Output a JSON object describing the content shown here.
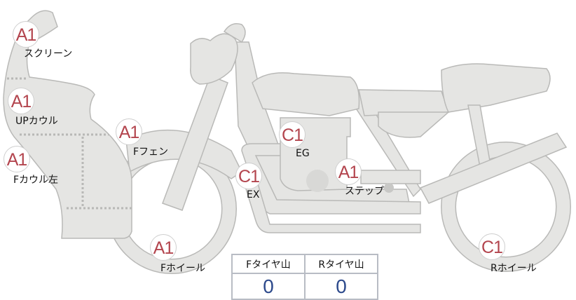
{
  "parts": [
    {
      "id": "screen",
      "grade": "A1",
      "label": "スクリーン"
    },
    {
      "id": "up-cowl",
      "grade": "A1",
      "label": "UPカウル"
    },
    {
      "id": "f-cowl-left",
      "grade": "A1",
      "label": "Fカウル左"
    },
    {
      "id": "f-fender",
      "grade": "A1",
      "label": "Fフェン"
    },
    {
      "id": "f-wheel",
      "grade": "A1",
      "label": "Fホイール"
    },
    {
      "id": "engine",
      "grade": "C1",
      "label": "EG"
    },
    {
      "id": "exhaust",
      "grade": "C1",
      "label": "EX"
    },
    {
      "id": "step",
      "grade": "A1",
      "label": "ステップ"
    },
    {
      "id": "r-wheel",
      "grade": "C1",
      "label": "Rホイール"
    }
  ],
  "tyre_table": {
    "headers": [
      "Fタイヤ山",
      "Rタイヤ山"
    ],
    "values": [
      "0",
      "0"
    ]
  },
  "colors": {
    "grade_text": "#b3454e",
    "value_text": "#2d4a8c",
    "part_fill": "#e5e5e3"
  }
}
